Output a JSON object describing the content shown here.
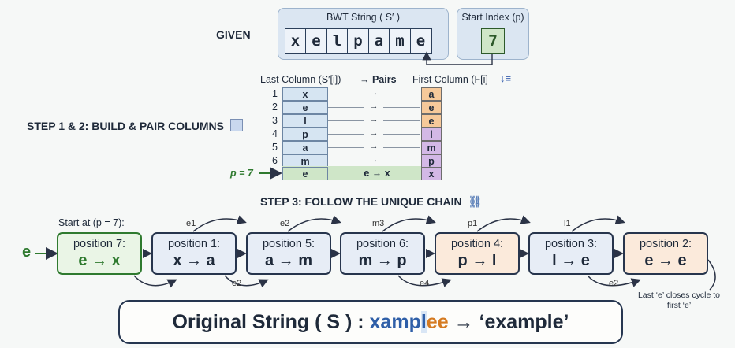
{
  "given": {
    "label": "GIVEN",
    "bwt_title": "BWT String ( S′ )",
    "bwt_chars": [
      "x",
      "e",
      "l",
      "p",
      "a",
      "m",
      "e"
    ],
    "index_title": "Start Index (p)",
    "index_value": "7"
  },
  "table": {
    "last_header": "Last Column (S′[i])",
    "pairs_header": "→ Pairs",
    "first_header": "First Column (F[i]",
    "sort_icon": "sort-icon",
    "rows": [
      {
        "num": "1",
        "last": "x",
        "first": "a",
        "first_color": "#f6c99a"
      },
      {
        "num": "2",
        "last": "e",
        "first": "e",
        "first_color": "#f6c99a"
      },
      {
        "num": "3",
        "last": "l",
        "first": "e",
        "first_color": "#f6c99a"
      },
      {
        "num": "4",
        "last": "p",
        "first": "l",
        "first_color": "#d3b8e6"
      },
      {
        "num": "5",
        "last": "a",
        "first": "m",
        "first_color": "#d3b8e6"
      },
      {
        "num": "6",
        "last": "m",
        "first": "p",
        "first_color": "#d3b8e6"
      },
      {
        "num": "p = 7",
        "last": "e",
        "first": "x",
        "first_color": "#d3b8e6"
      }
    ],
    "arrow": "→",
    "pair7": "e → x"
  },
  "step12_label": "STEP 1 & 2: BUILD & PAIR COLUMNS",
  "step3_label": "STEP 3: FOLLOW THE UNIQUE CHAIN",
  "chain": {
    "start_label": "Start at (p = 7):",
    "entry": "e",
    "nodes": [
      {
        "title": "position 7:",
        "pair": "e → x",
        "bg": "#eaf5e6",
        "border": "#2f7a2f"
      },
      {
        "title": "position 1:",
        "pair": "x → a",
        "bg": "#e7edf6",
        "border": "#27354d"
      },
      {
        "title": "position 5:",
        "pair": "a → m",
        "bg": "#e7edf6",
        "border": "#27354d"
      },
      {
        "title": "position 6:",
        "pair": "m → p",
        "bg": "#e7edf6",
        "border": "#27354d"
      },
      {
        "title": "position 4:",
        "pair": "p → l",
        "bg": "#fbeadb",
        "border": "#27354d"
      },
      {
        "title": "position 3:",
        "pair": "l → e",
        "bg": "#e7edf6",
        "border": "#27354d"
      },
      {
        "title": "position 2:",
        "pair": "e → e",
        "bg": "#fbeadb",
        "border": "#27354d"
      }
    ],
    "top_labels": [
      "e1",
      "e2",
      "m3",
      "p1",
      "l1"
    ],
    "bottom_labels": [
      "e2",
      "e4",
      "e2"
    ]
  },
  "original": {
    "prefix": "Original String ( S ) : ",
    "blue": "xamp",
    "mid": "l",
    "orange": "ee",
    "suffix": " → ‘example’"
  },
  "note": "Last ‘e’ closes cycle to first ‘e’"
}
